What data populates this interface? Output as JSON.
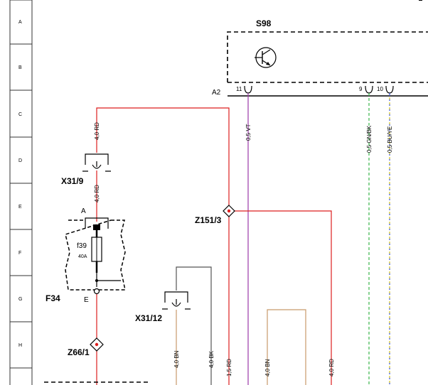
{
  "row_labels": [
    "A",
    "B",
    "C",
    "D",
    "E",
    "F",
    "G",
    "H"
  ],
  "colors": {
    "red": "#dd1f1f",
    "violet": "#9b3aa8",
    "green": "#39b54a",
    "blue": "#3a4fd6",
    "yellow": "#e0cf2a",
    "brown": "#c89a6a",
    "black": "#555555"
  },
  "components": {
    "s98": "S98",
    "a2": "A2",
    "x31_9": "X31/9",
    "x31_12": "X31/12",
    "z151_3": "Z151/3",
    "z66_1": "Z66/1",
    "f34": "F34",
    "f39": "f39",
    "f39_rating": "40A",
    "fuse_in": "A",
    "fuse_out": "E"
  },
  "pins": {
    "p11": "11",
    "p9": "9",
    "p10": "10"
  },
  "wires": {
    "w_4rd_top": "4,0 RD",
    "w_4rd_mid": "4,0 RD",
    "w_05vt": "0,5 VT",
    "w_05gnbk": "0,5 GN/BK",
    "w_05buye": "0,5 BU/YE",
    "w_40bn_a": "4,0 BN",
    "w_40bk": "4,0 BK",
    "w_15rd": "1,5 RD",
    "w_40bn_b": "4,0 BN",
    "w_40rd_b": "4,0 RD"
  },
  "icons": {
    "transistor": "transistor-icon"
  }
}
